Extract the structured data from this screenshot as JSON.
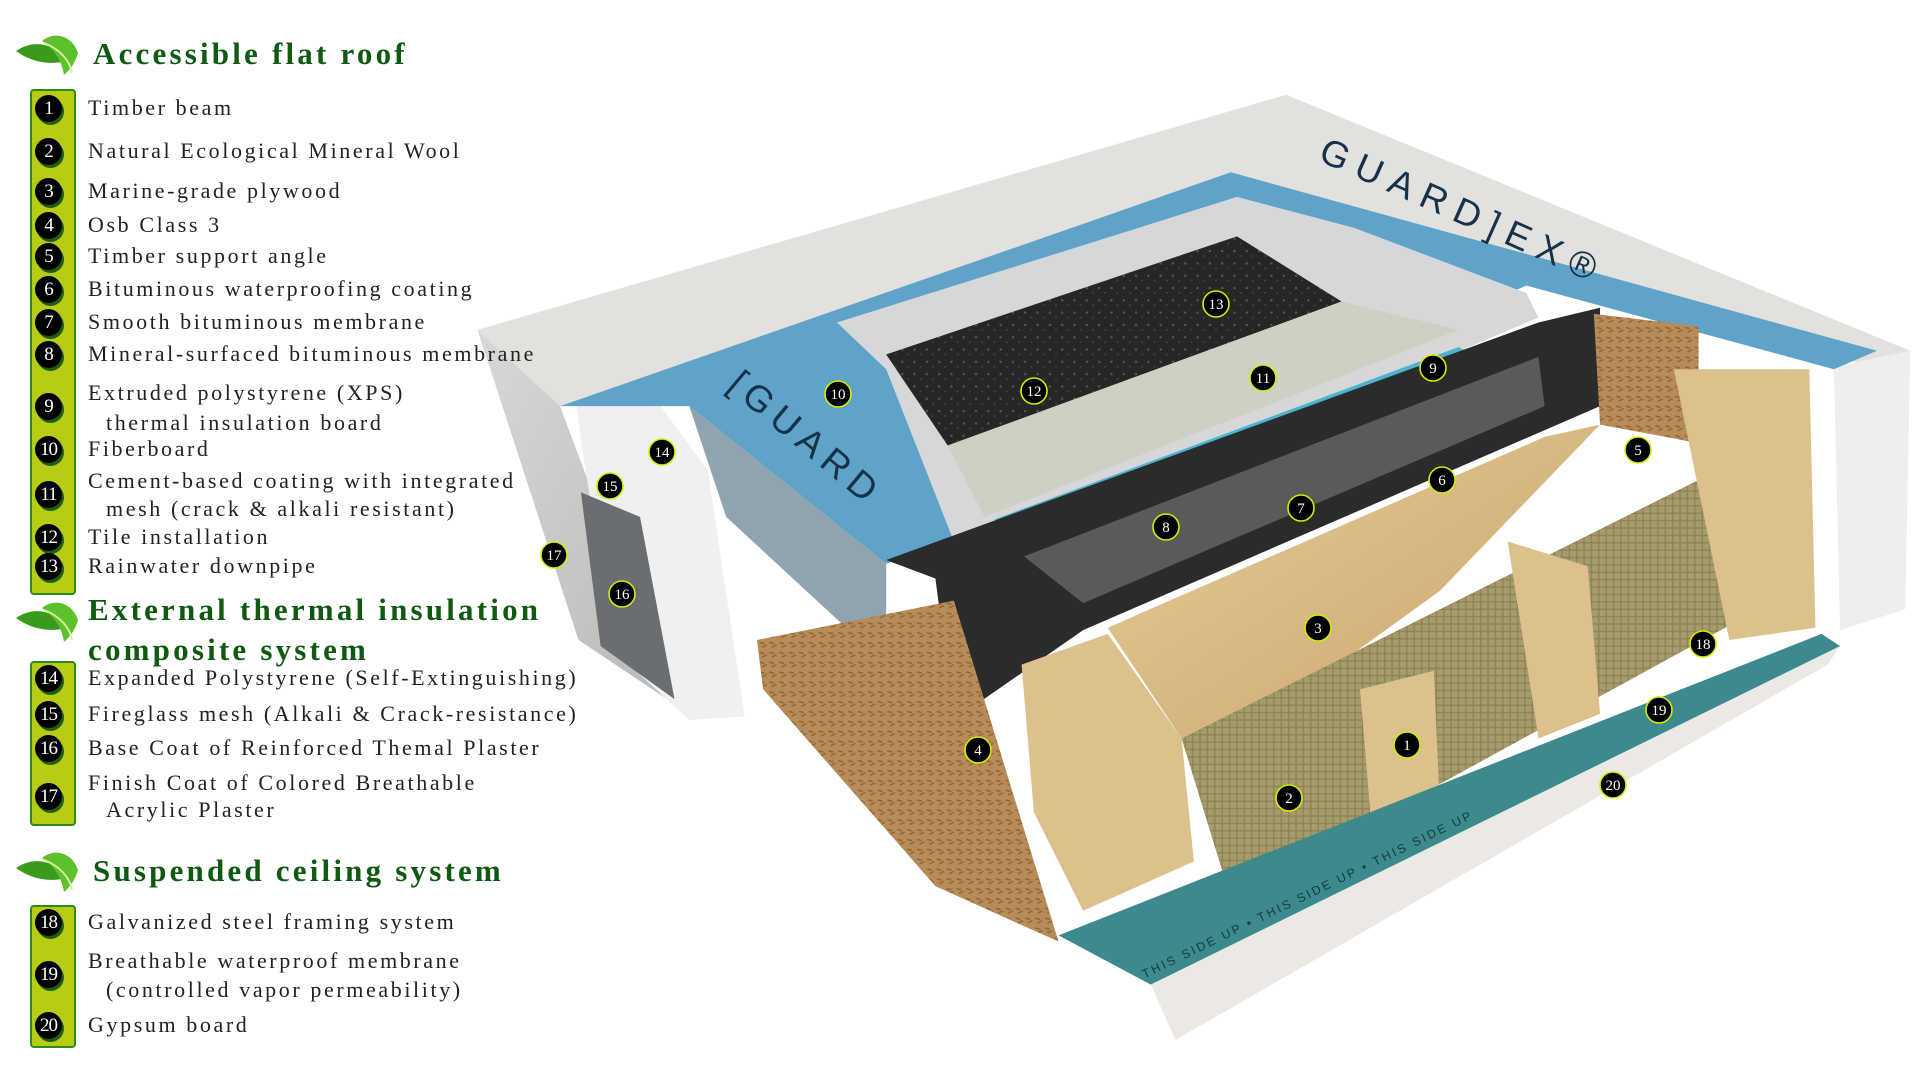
{
  "sections": [
    {
      "title": "Accessible flat roof",
      "items": [
        {
          "n": "1",
          "lines": [
            "Timber beam"
          ]
        },
        {
          "n": "2",
          "lines": [
            "Natural Ecological Mineral Wool"
          ]
        },
        {
          "n": "3",
          "lines": [
            "Marine-grade plywood"
          ]
        },
        {
          "n": "4",
          "lines": [
            "Osb Class 3"
          ]
        },
        {
          "n": "5",
          "lines": [
            "Timber support angle"
          ]
        },
        {
          "n": "6",
          "lines": [
            "Bituminous waterproofing coating"
          ]
        },
        {
          "n": "7",
          "lines": [
            "Smooth bituminous membrane"
          ]
        },
        {
          "n": "8",
          "lines": [
            "Mineral-surfaced bituminous membrane"
          ]
        },
        {
          "n": "9",
          "lines": [
            "Extruded polystyrene (XPS)",
            "thermal insulation board"
          ]
        },
        {
          "n": "10",
          "lines": [
            "Fiberboard"
          ]
        },
        {
          "n": "11",
          "lines": [
            "Cement-based coating with integrated",
            "mesh (crack & alkali resistant)"
          ]
        },
        {
          "n": "12",
          "lines": [
            "Tile installation"
          ]
        },
        {
          "n": "13",
          "lines": [
            "Rainwater downpipe"
          ]
        }
      ]
    },
    {
      "title": "External thermal insulation composite system",
      "title_lines": [
        "External thermal insulation",
        "composite system"
      ],
      "items": [
        {
          "n": "14",
          "lines": [
            "Expanded Polystyrene (Self-Extinguishing)"
          ]
        },
        {
          "n": "15",
          "lines": [
            "Fireglass mesh (Alkali & Crack-resistance)"
          ]
        },
        {
          "n": "16",
          "lines": [
            "Base Coat of Reinforced Themal Plaster"
          ]
        },
        {
          "n": "17",
          "lines": [
            "Finish Coat of Colored Breathable",
            "Acrylic Plaster"
          ]
        }
      ]
    },
    {
      "title": "Suspended ceiling system",
      "items": [
        {
          "n": "18",
          "lines": [
            "Galvanized steel framing system"
          ]
        },
        {
          "n": "19",
          "lines": [
            "Breathable waterproof membrane",
            "(controlled vapor permeability)"
          ]
        },
        {
          "n": "20",
          "lines": [
            "Gypsum board"
          ]
        }
      ]
    }
  ],
  "diagram": {
    "callouts": [
      "1",
      "2",
      "3",
      "4",
      "5",
      "6",
      "7",
      "8",
      "9",
      "10",
      "11",
      "12",
      "13",
      "14",
      "15",
      "16",
      "17",
      "18",
      "19",
      "20"
    ],
    "board_lettering": [
      "GUARD]EX®",
      "[GUARD",
      "THIS SIDE UP • THIS SIDE UP • THIS SIDE UP"
    ]
  },
  "colors": {
    "title_green": "#0d5a10",
    "legend_bar": "#b7cc12",
    "callout_ring": "#d4ec00",
    "fiberboard_blue": "#5fa3c8"
  }
}
